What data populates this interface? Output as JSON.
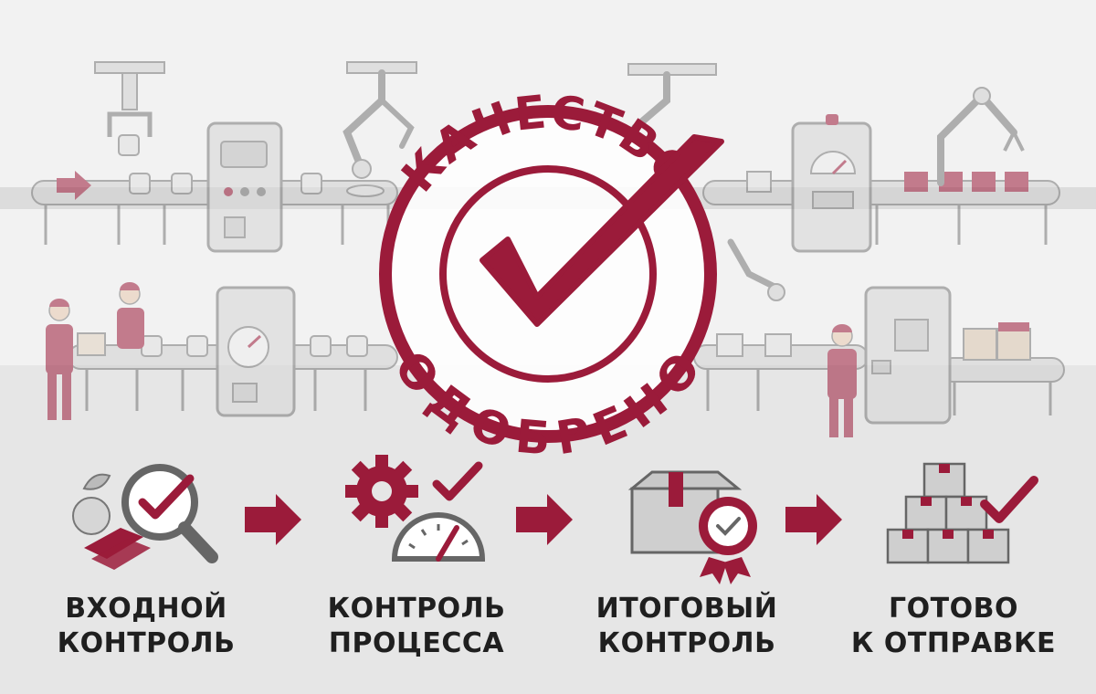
{
  "stamp": {
    "top_text": "КАЧЕСТВО",
    "bottom_text": "ОДОБРЕНО"
  },
  "stages": [
    {
      "line1": "ВХОДНОЙ",
      "line2": "КОНТРОЛЬ",
      "icon": "magnifier-check-icon"
    },
    {
      "line1": "КОНТРОЛЬ",
      "line2": "ПРОЦЕССА",
      "icon": "gear-gauge-check-icon"
    },
    {
      "line1": "ИТОГОВЫЙ",
      "line2": "КОНТРОЛЬ",
      "icon": "box-badge-icon"
    },
    {
      "line1": "ГОТОВО",
      "line2": "К ОТПРАВКЕ",
      "icon": "box-stack-check-icon"
    }
  ],
  "colors": {
    "accent": "#9b1b3a",
    "machine": "#d4d4d4",
    "machine_stroke": "#7a7a7a",
    "background": "#e9e9e9",
    "text": "#1f1f1f"
  }
}
